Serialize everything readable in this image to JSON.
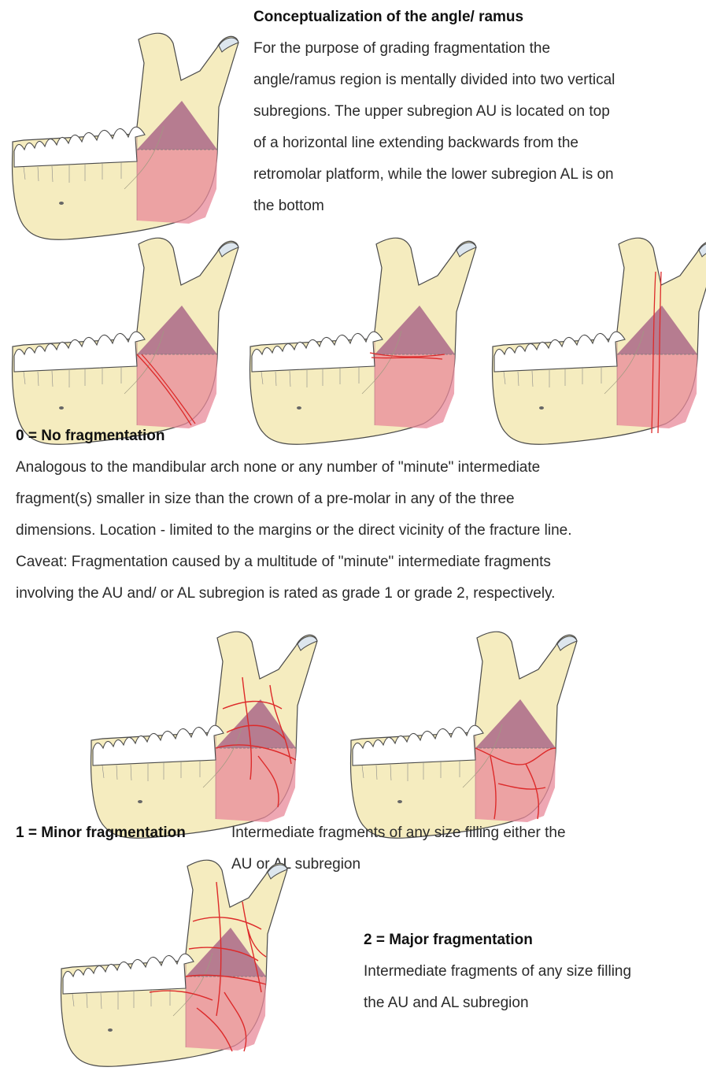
{
  "colors": {
    "bone": "#f5ecbf",
    "bone_outline": "#4a4a4a",
    "tooth": "#ffffff",
    "upper_region": "#9b4d7c",
    "lower_region": "#e8899a",
    "fracture": "#dd2a2a"
  },
  "concept": {
    "heading": "Conceptualization of the angle/ ramus",
    "lines": [
      "For the purpose of grading fragmentation the",
      "angle/ramus region is mentally divided into two vertical",
      "subregions. The upper subregion AU is located on top",
      "of a horizontal line extending backwards from the",
      "retromolar platform, while the lower subregion AL is on",
      "the bottom"
    ]
  },
  "grade0": {
    "heading": "0 = No fragmentation",
    "lines": [
      "Analogous to the mandibular arch none or any number of \"minute\" intermediate",
      "fragment(s) smaller in size than the crown of a pre-molar in any of the three",
      "dimensions. Location - limited to the margins or the direct vicinity of the fracture line.",
      "Caveat: Fragmentation caused by a multitude of \"minute\" intermediate fragments",
      "involving the AU and/ or AL subregion is rated as grade 1 or grade 2, respectively."
    ]
  },
  "grade1": {
    "heading": "1 = Minor fragmentation",
    "line1": "Intermediate fragments of any size filling either the",
    "line2": "AU or AL subregion"
  },
  "grade2": {
    "heading": "2 = Major fragmentation",
    "lines": [
      "Intermediate fragments of any size filling",
      "the AU and AL subregion"
    ]
  }
}
